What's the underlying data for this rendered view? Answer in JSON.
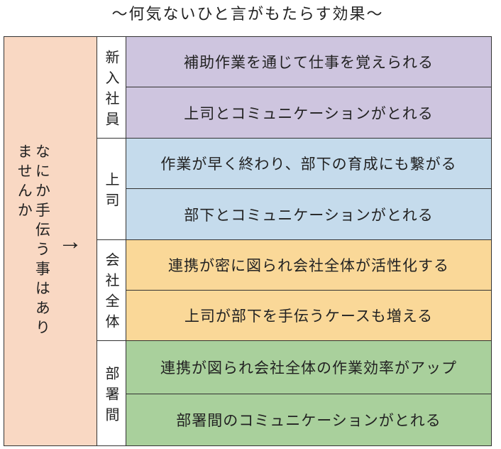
{
  "title": "〜何気ないひと言がもたらす効果〜",
  "prompt": {
    "text": "なにか手伝う事はありませんか",
    "arrow": "→",
    "arrow_icon": "right-arrow-icon",
    "color": "#f9d8c3"
  },
  "groups": [
    {
      "label": "新入社員",
      "color": "#cec5df",
      "effects": [
        "補助作業を通じて仕事を覚えられる",
        "上司とコミュニケーションがとれる"
      ]
    },
    {
      "label": "上司",
      "color": "#c5dbec",
      "effects": [
        "作業が早く終わり、部下の育成にも繋がる",
        "部下とコミュニケーションがとれる"
      ]
    },
    {
      "label": "会社全体",
      "color": "#fad898",
      "effects": [
        "連携が密に図られ会社全体が活性化する",
        "上司が部下を手伝うケースも増える"
      ]
    },
    {
      "label": "部署間",
      "color": "#a9d09c",
      "effects": [
        "連携が図られ会社全体の作業効率がアップ",
        "部署間のコミュニケーションがとれる"
      ]
    }
  ],
  "colors": {
    "border": "#333333",
    "text": "#222222",
    "label_bg": "#ffffff"
  }
}
